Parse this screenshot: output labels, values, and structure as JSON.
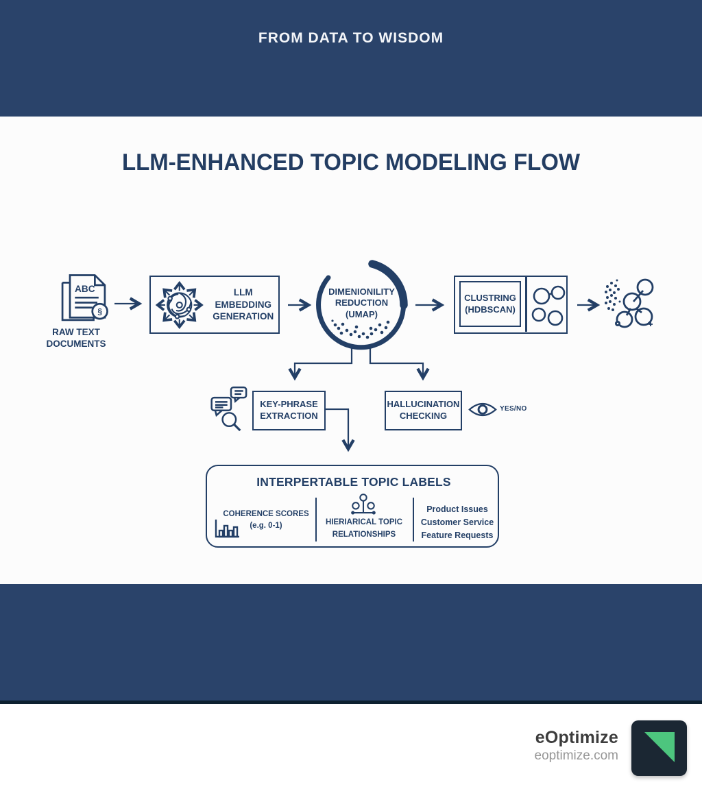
{
  "colors": {
    "band_navy": "#2a436a",
    "ink_navy": "#233f66",
    "content_bg": "#fcfcfc",
    "strip_dark": "#0d2130",
    "logo_bg": "#1b2733",
    "logo_green": "#4dc57e",
    "brand_text": "#3c3c3c",
    "url_text": "#969696"
  },
  "header": {
    "title": "FROM DATA TO WISDOM"
  },
  "diagram": {
    "title": "LLM-ENHANCED TOPIC MODELING FLOW",
    "nodes": {
      "raw_text_documents": {
        "label": "RAW TEXT DOCUMENTS",
        "doc_text": "ABC",
        "badge": "§"
      },
      "llm_embedding": {
        "label": "LLM EMBEDDING GENERATION"
      },
      "dimensionality_reduction": {
        "lines": [
          "DIMENIONILITY",
          "REDUCTION",
          "(UMAP)"
        ]
      },
      "clustering": {
        "label": "CLUSTRING (HDBSCAN)"
      },
      "key_phrase_extraction": {
        "label": "KEY-PHRASE EXTRACTION"
      },
      "hallucination_checking": {
        "label": "HALLUCINATION CHECKING",
        "result_label": "YES/NO"
      },
      "interpretable_labels": {
        "title": "INTERPERTABLE TOPIC LABELS",
        "coherence": {
          "label": "COHERENCE SCORES",
          "sub": "(e.g. 0-1)"
        },
        "hierarchy": {
          "label": "HIERIARICAL TOPIC RELATIONSHIPS"
        },
        "examples": [
          "Product Issues",
          "Customer Service",
          "Feature Requests"
        ]
      }
    }
  },
  "footer": {
    "brand": "eOptimize",
    "website": "eoptimize.com"
  }
}
